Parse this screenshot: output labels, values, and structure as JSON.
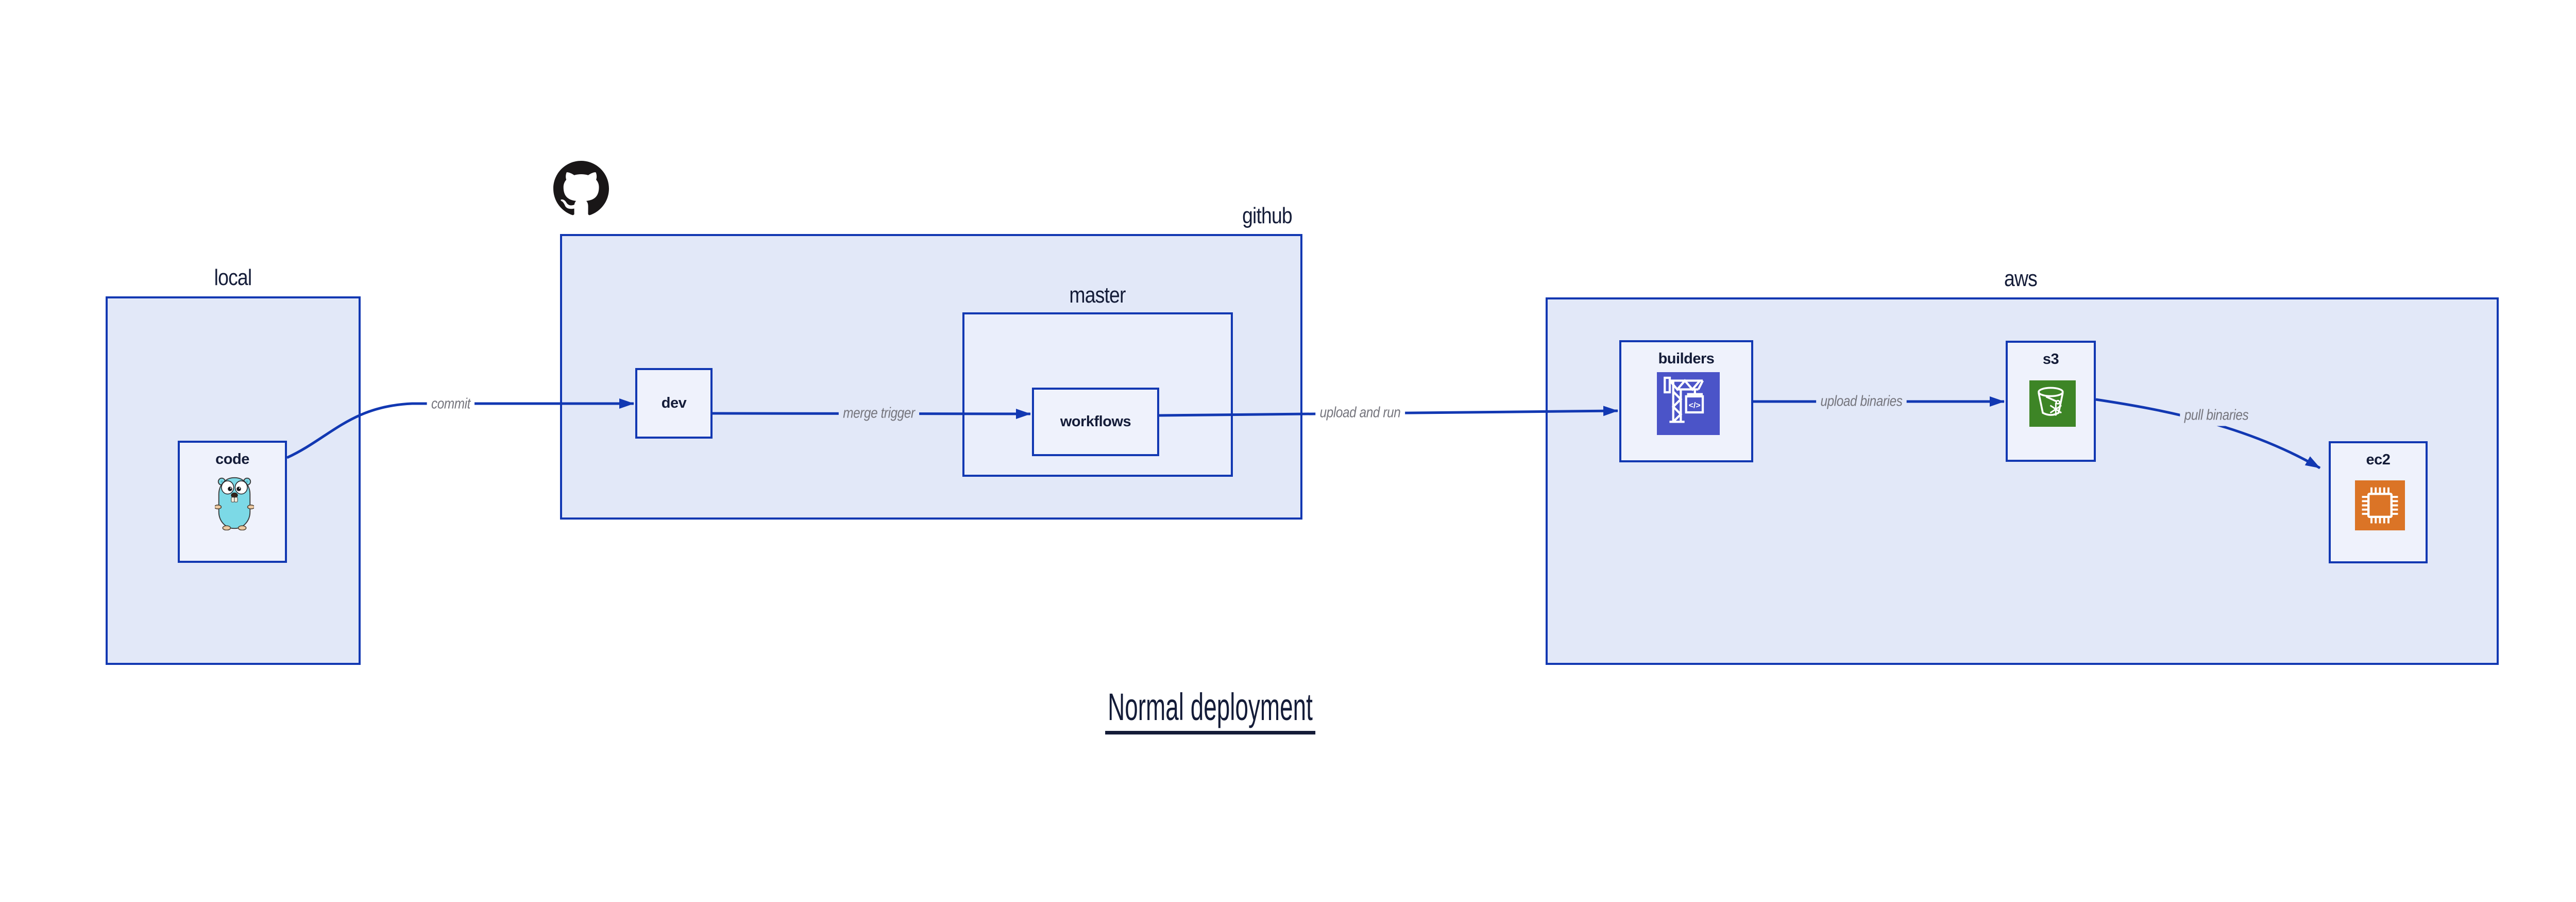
{
  "title": {
    "text": "Normal deployment"
  },
  "containers": [
    {
      "id": "local",
      "label": "local"
    },
    {
      "id": "github",
      "label": "github"
    },
    {
      "id": "master",
      "label": "master"
    },
    {
      "id": "aws",
      "label": "aws"
    }
  ],
  "nodes": [
    {
      "id": "code",
      "label": "code",
      "icon": "go-gopher-icon"
    },
    {
      "id": "dev",
      "label": "dev"
    },
    {
      "id": "workflows",
      "label": "workflows"
    },
    {
      "id": "builders",
      "label": "builders",
      "icon": "codebuild-crane-icon"
    },
    {
      "id": "s3",
      "label": "s3",
      "icon": "s3-glacier-bucket-icon"
    },
    {
      "id": "ec2",
      "label": "ec2",
      "icon": "ec2-chip-icon"
    }
  ],
  "edges": [
    {
      "from": "code",
      "to": "dev",
      "label": "commit"
    },
    {
      "from": "dev",
      "to": "workflows",
      "label": "merge trigger"
    },
    {
      "from": "workflows",
      "to": "builders",
      "label": "upload and run"
    },
    {
      "from": "builders",
      "to": "s3",
      "label": "upload binaries"
    },
    {
      "from": "s3",
      "to": "ec2",
      "label": "pull binaries"
    }
  ],
  "icons": {
    "github_logo": "octocat-icon",
    "code": "go-gopher-icon",
    "builders": "codebuild-crane-icon",
    "s3": "s3-glacier-bucket-icon",
    "ec2": "ec2-chip-icon"
  },
  "colors": {
    "line": "#1238b2",
    "container_fill": "#e2e8f8",
    "inner_container_fill": "#eaeefb",
    "node_fill": "#eff2fc",
    "text_dark": "#141c38",
    "edge_label_text": "#75757d",
    "codebuild_bg": "#4b54c8",
    "s3_glacier_bg": "#3d8526",
    "ec2_bg": "#db7426",
    "octocat": "#191617",
    "gopher_body": "#7cd9e6"
  }
}
